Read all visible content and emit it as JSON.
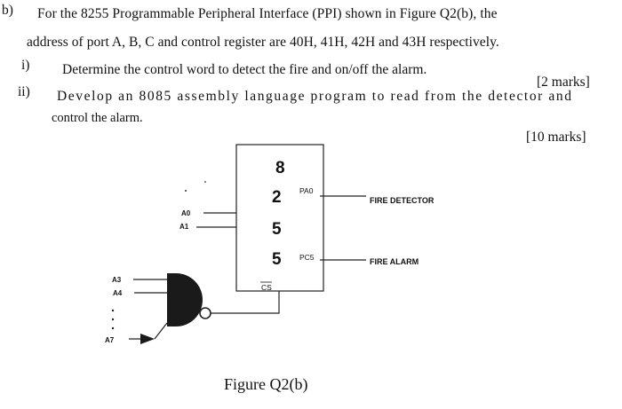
{
  "question": {
    "part_label": "b)",
    "line1": "For the 8255 Programmable Peripheral Interface (PPI) shown in Figure Q2(b), the",
    "line2": "address of port A, B, C and control register are 40H, 41H, 42H and 43H respectively.",
    "sub_i_label": "i)",
    "sub_i_text": "Determine the control word to detect the fire and on/off the alarm.",
    "sub_i_marks": "[2 marks]",
    "sub_ii_label": "ii)",
    "sub_ii_text": "Develop an 8085 assembly language program to read from the detector and",
    "sub_ii_text2": "control the alarm.",
    "sub_ii_marks": "[10 marks]"
  },
  "figure": {
    "chip_digits": [
      "8",
      "2",
      "5",
      "5"
    ],
    "pins": {
      "pa0": "PA0",
      "pc5": "PC5",
      "cs": "CS"
    },
    "address_inputs": {
      "a0": "A0",
      "a1": "A1",
      "a3": "A3",
      "a4": "A4",
      "a7": "A7"
    },
    "devices": {
      "fire_detector": "FIRE DETECTOR",
      "fire_alarm": "FIRE ALARM"
    },
    "caption": "Figure Q2(b)"
  }
}
